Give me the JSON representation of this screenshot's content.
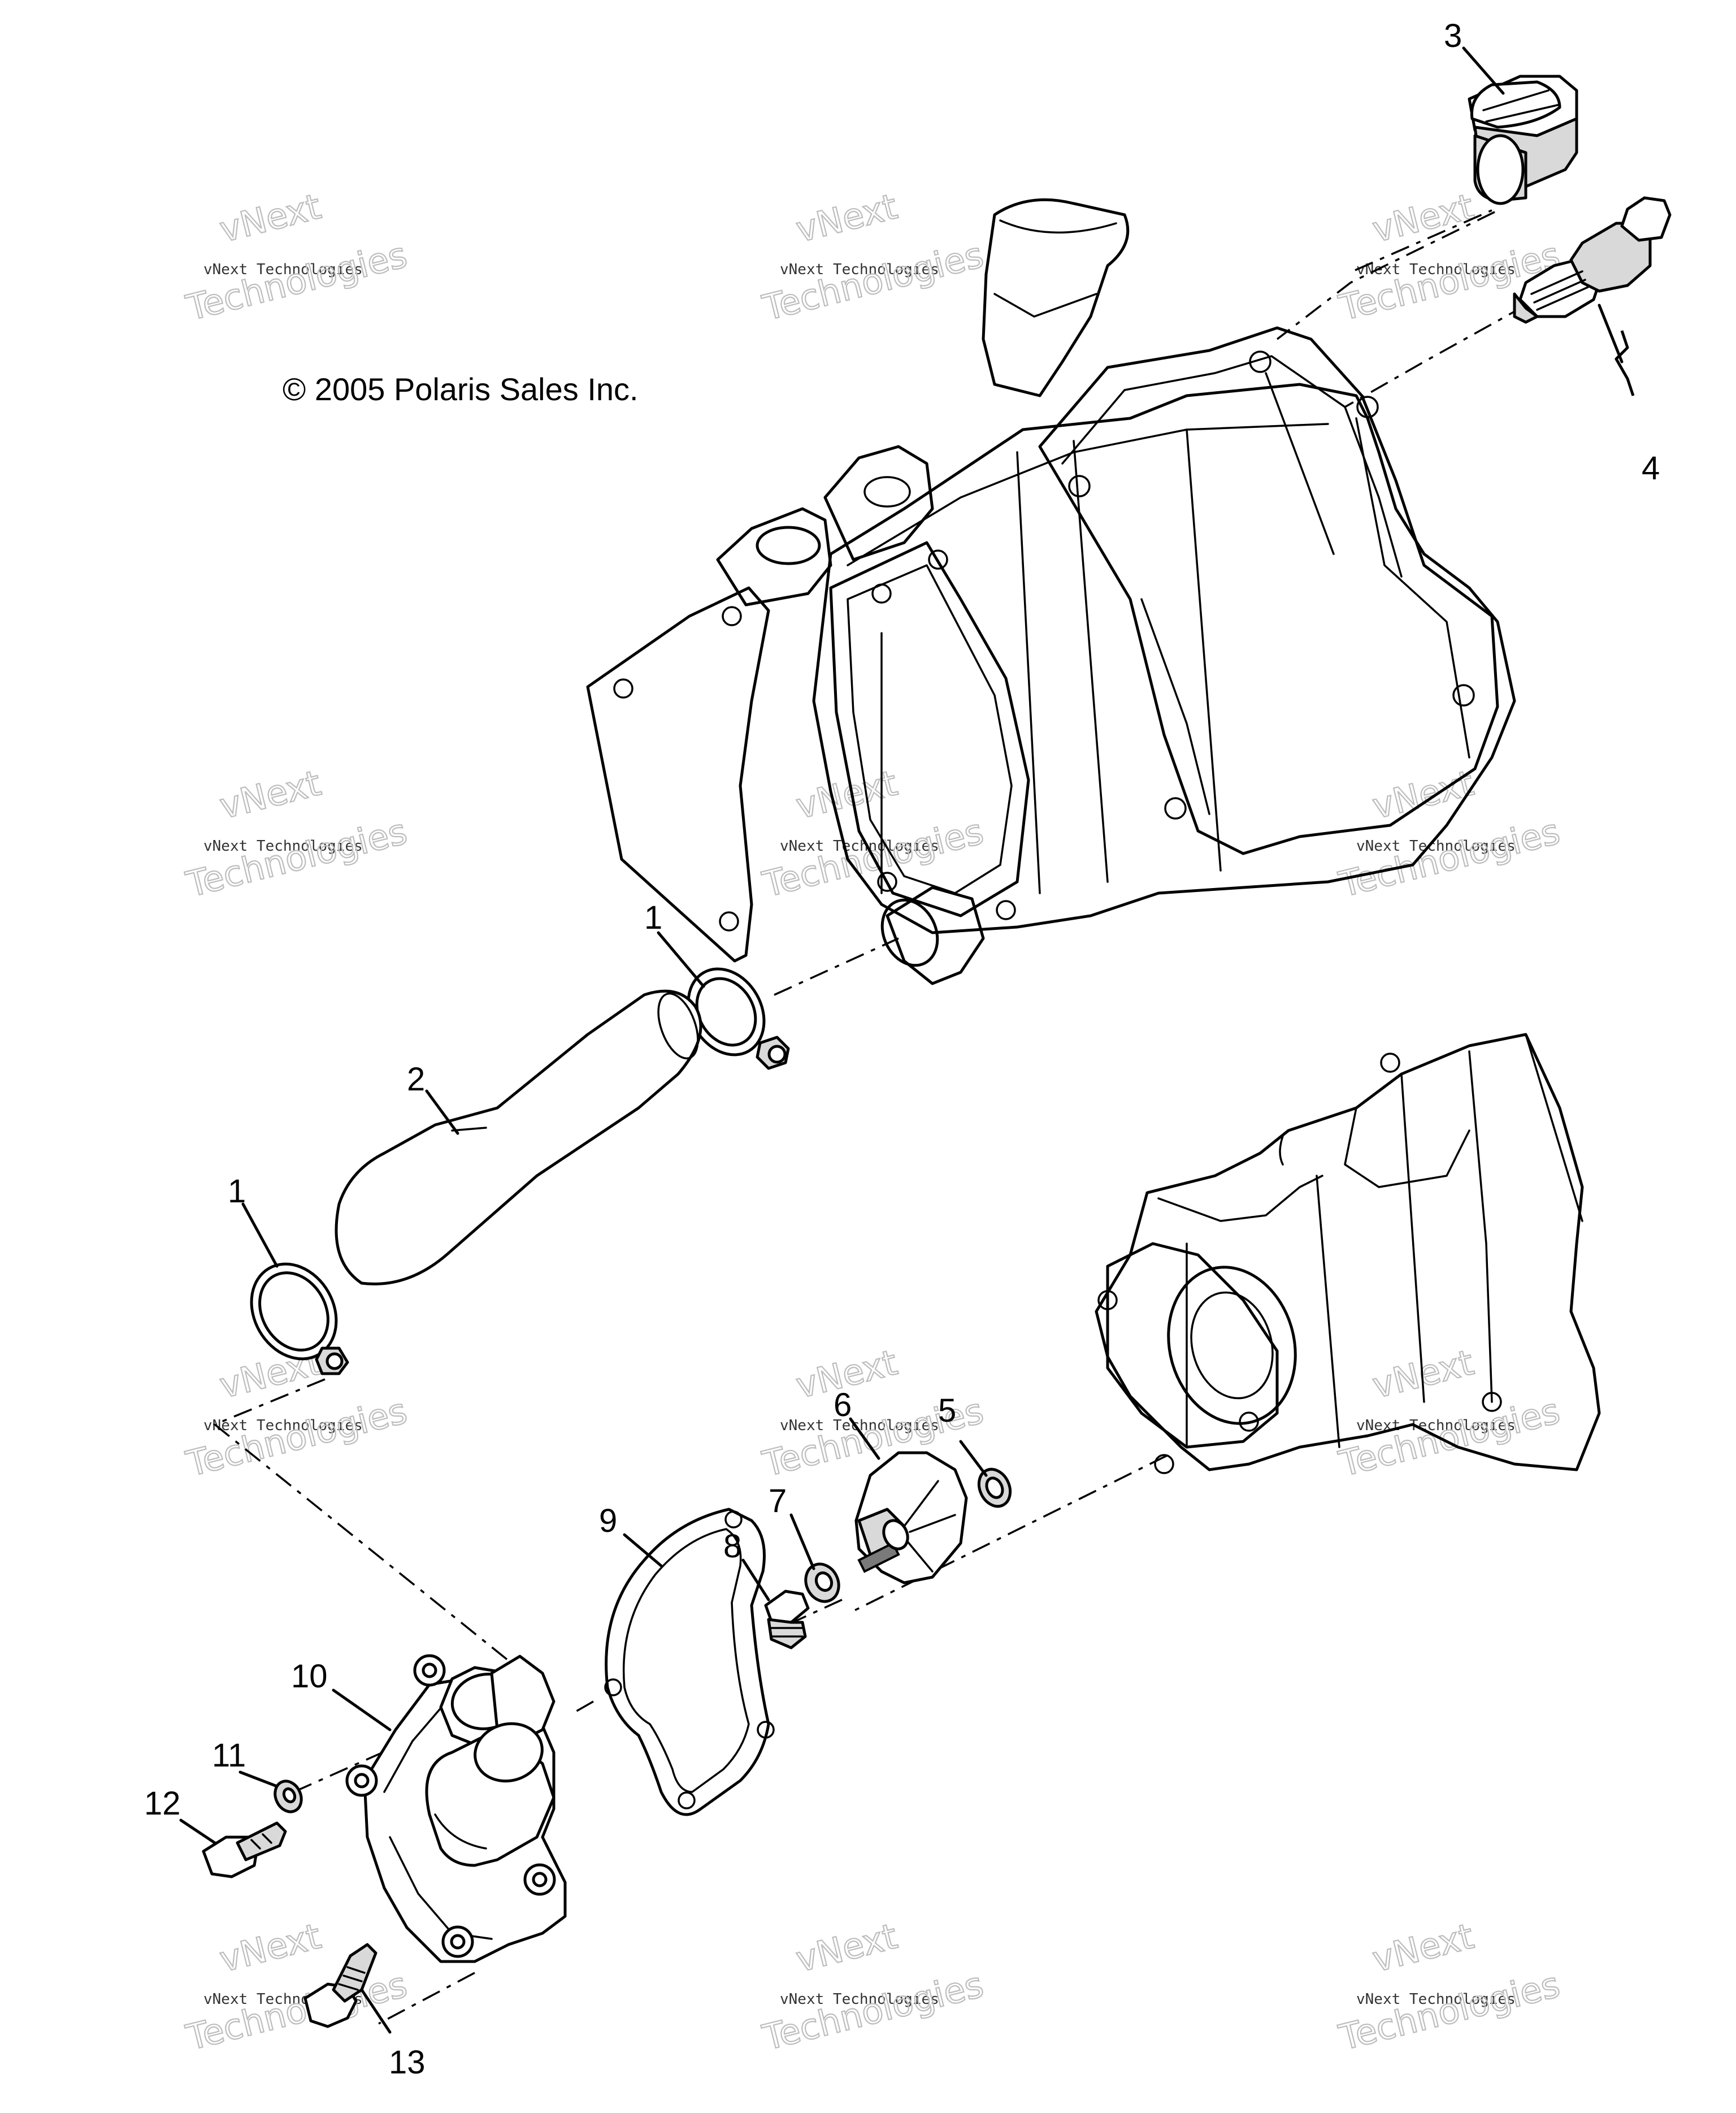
{
  "copyright": "© 2005 Polaris Sales Inc.",
  "watermark": {
    "line1": "vNext Technologies",
    "big_top": "vNext",
    "big_bottom": "Technologies"
  },
  "callouts": [
    "1",
    "1",
    "2",
    "3",
    "4",
    "5",
    "6",
    "7",
    "8",
    "9",
    "10",
    "11",
    "12",
    "13"
  ],
  "icons": [
    "diagram-drawing"
  ]
}
